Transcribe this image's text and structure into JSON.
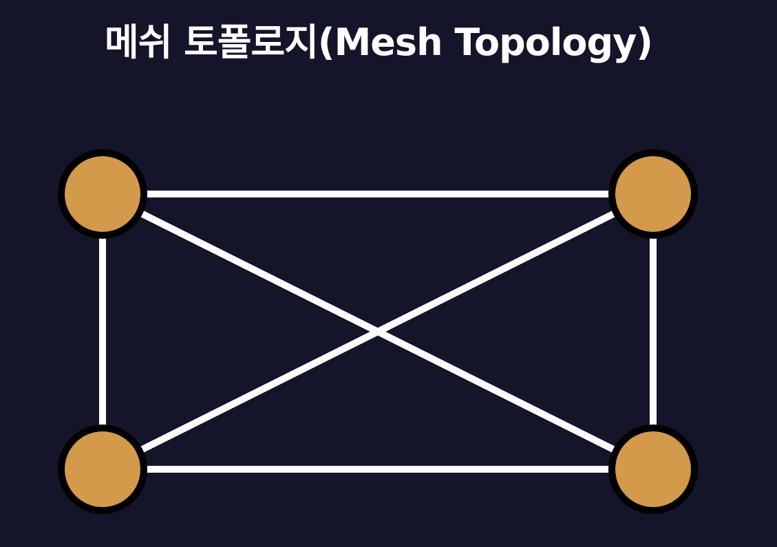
{
  "title": "메쉬 토폴로지(Mesh Topology)",
  "colors": {
    "background": "#14142a",
    "link": "#ffffff",
    "node_fill": "#d39a4b",
    "node_stroke": "#000000",
    "title": "#ffffff"
  },
  "nodes": [
    {
      "id": "top-left"
    },
    {
      "id": "top-right"
    },
    {
      "id": "bottom-left"
    },
    {
      "id": "bottom-right"
    }
  ],
  "links": [
    [
      "top-left",
      "top-right"
    ],
    [
      "bottom-left",
      "bottom-right"
    ],
    [
      "top-left",
      "bottom-left"
    ],
    [
      "top-right",
      "bottom-right"
    ],
    [
      "top-left",
      "bottom-right"
    ],
    [
      "top-right",
      "bottom-left"
    ]
  ]
}
